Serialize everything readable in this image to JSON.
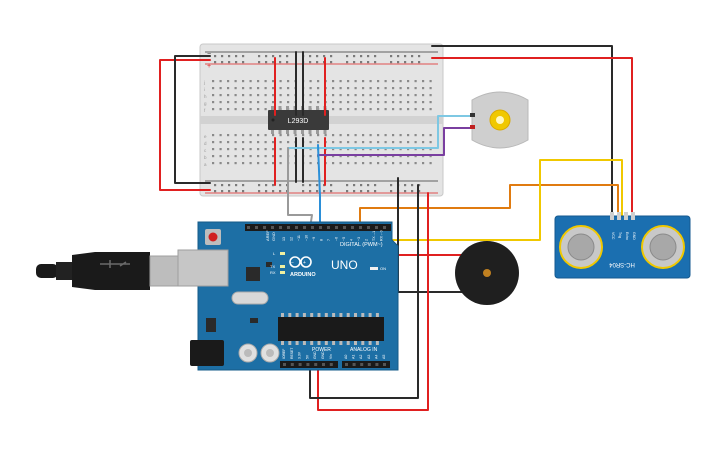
{
  "components": {
    "breadboard": {
      "name": "Breadboard",
      "row_letters_top": [
        "j",
        "i",
        "h",
        "g",
        "f"
      ],
      "row_letters_bottom": [
        "e",
        "d",
        "c",
        "b",
        "a"
      ],
      "rail_plus": "+",
      "rail_minus": "−"
    },
    "motor_driver": {
      "label": "L293D"
    },
    "dc_motor": {
      "name": "DC Motor"
    },
    "ultrasonic": {
      "label": "HC-SR04",
      "pins": [
        "VCC",
        "Trig",
        "Echo",
        "GND"
      ]
    },
    "buzzer": {
      "name": "Piezo Buzzer"
    },
    "arduino": {
      "brand": "ARDUINO",
      "model": "UNO",
      "digital_label": "DIGITAL (PWM~)",
      "power_label": "POWER",
      "analog_label": "ANALOG IN",
      "tx_label": "TX",
      "rx_label": "RX",
      "on_label": "ON",
      "l_label": "L",
      "aref_label": "AREF",
      "gnd_label": "GND",
      "power_pins": [
        "IOREF",
        "RESET",
        "3.3V",
        "5V",
        "GND",
        "GND",
        "Vin"
      ],
      "analog_pins": [
        "A0",
        "A1",
        "A2",
        "A3",
        "A4",
        "A5"
      ],
      "digital_pins": [
        "13",
        "12",
        "~11",
        "~10",
        "~9",
        "8",
        "7",
        "~6",
        "~5",
        "4",
        "~3",
        "2",
        "TX→1",
        "RX←0"
      ]
    },
    "usb_cable": {
      "name": "USB Cable"
    }
  },
  "colors": {
    "wire_red": "#e02020",
    "wire_black": "#2a2a2a",
    "wire_blue": "#2b8fd8",
    "wire_lightblue": "#7ec8e3",
    "wire_purple": "#7a3fa0",
    "wire_orange": "#e07b10",
    "wire_yellow": "#f0c800",
    "wire_gray": "#9a9a9a",
    "arduino_board": "#1d6fa5",
    "sensor_board": "#1b6fb0",
    "breadboard": "#e6e6e6"
  }
}
